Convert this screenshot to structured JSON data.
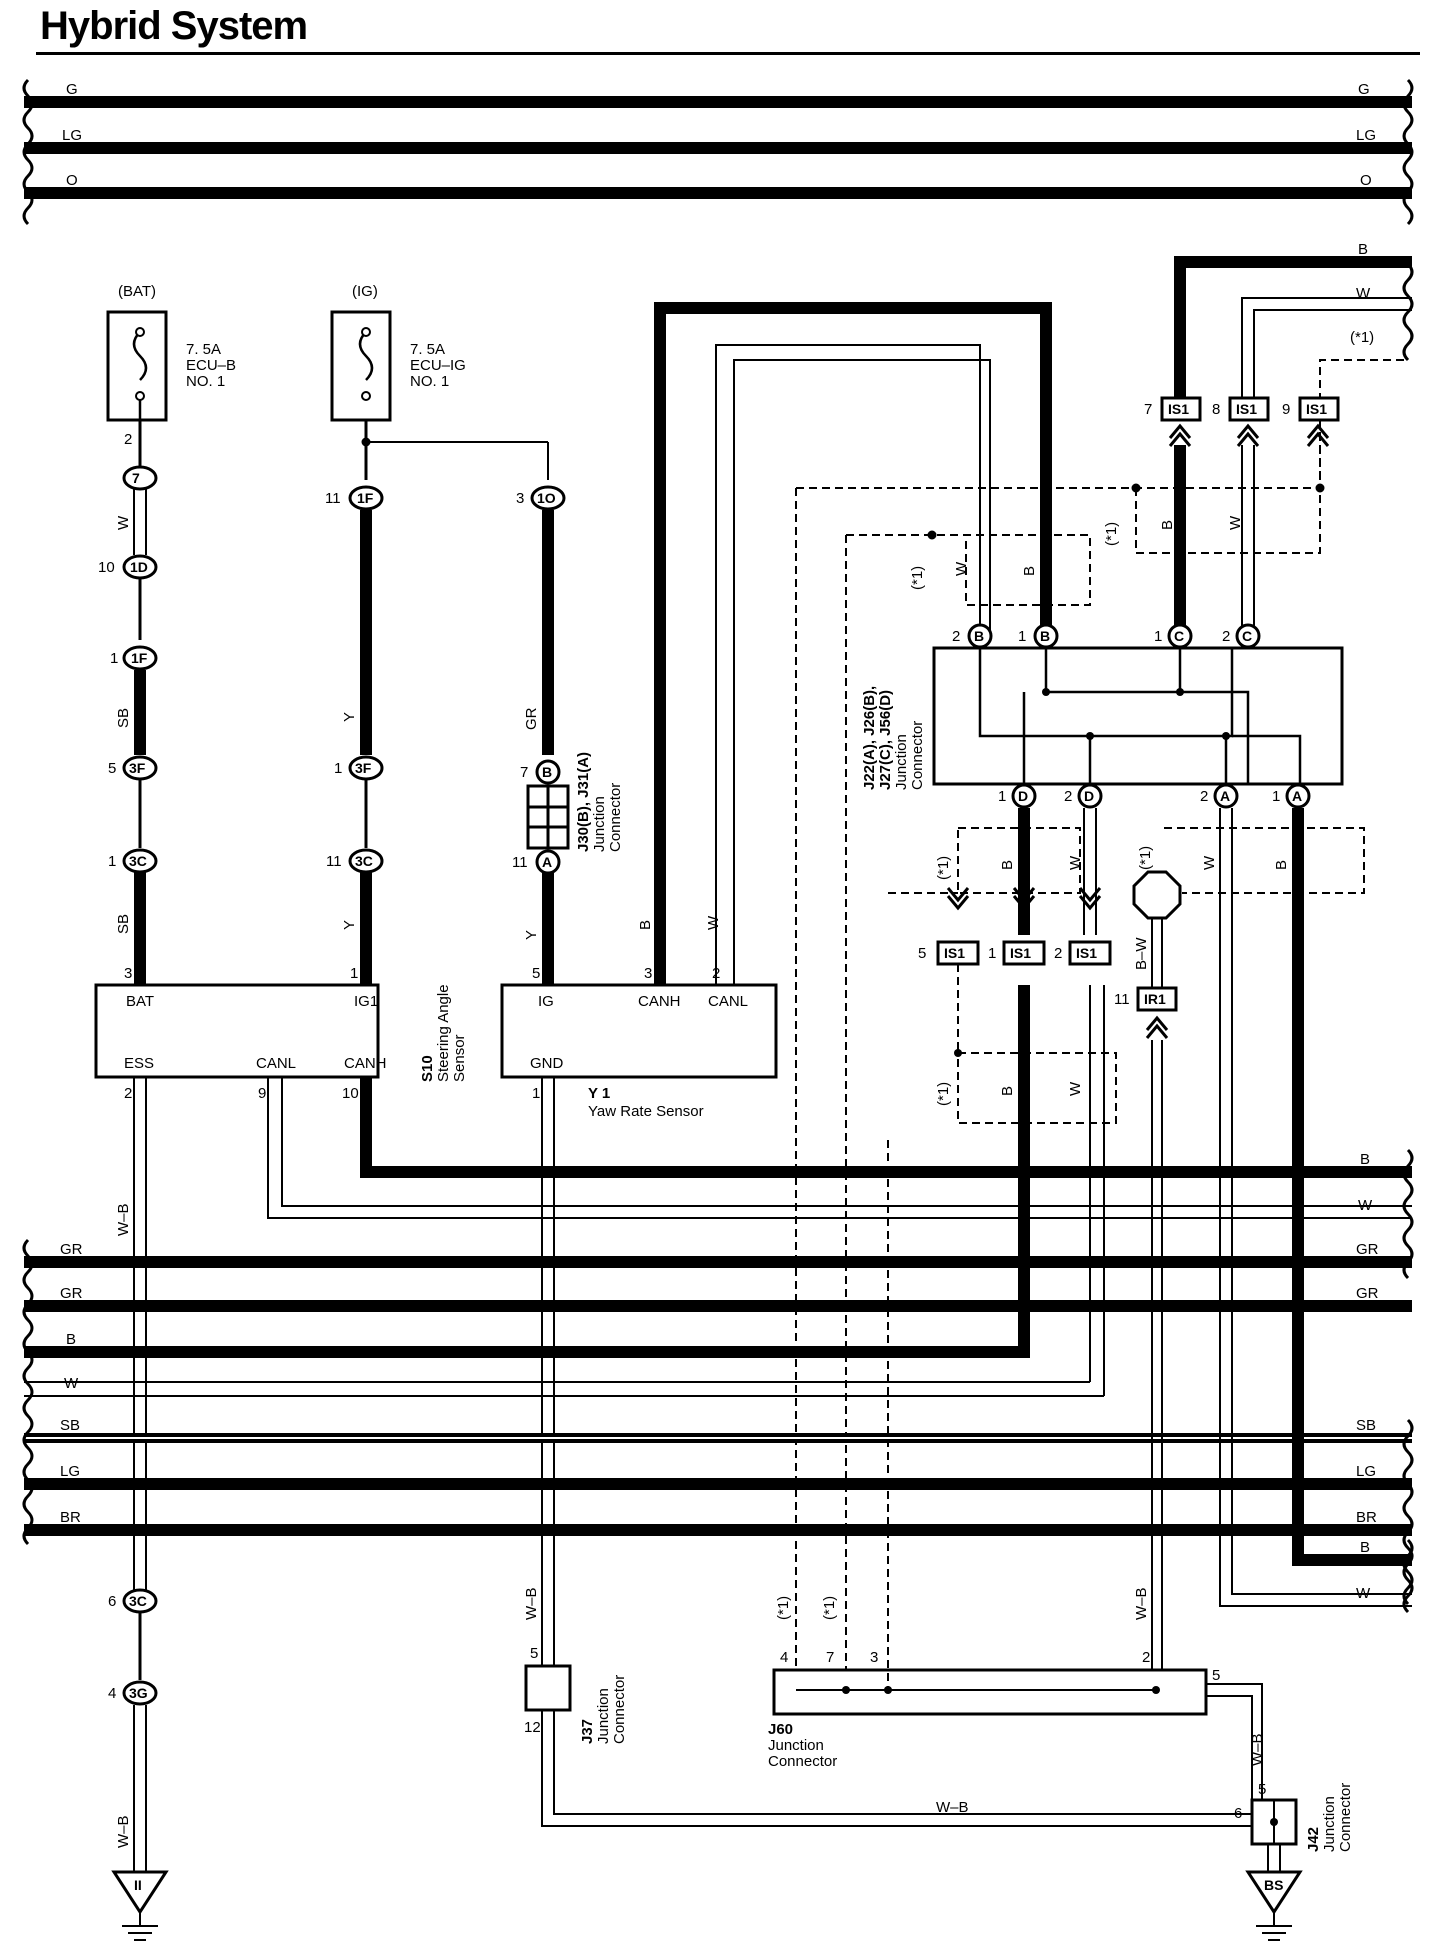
{
  "title": "Hybrid System",
  "top_bus": [
    "G",
    "LG",
    "O"
  ],
  "right_bus_upper": [
    "B",
    "W"
  ],
  "right_bus_mid": [
    "B",
    "W"
  ],
  "mid_bus": [
    "GR",
    "GR",
    "B",
    "W",
    "SB",
    "LG",
    "BR"
  ],
  "right_bus_lower": [
    "B",
    "W"
  ],
  "note": "(*1)",
  "fuses": [
    {
      "source": "(BAT)",
      "rating": "7. 5A",
      "name1": "ECU–B",
      "name2": "NO. 1"
    },
    {
      "source": "(IG)",
      "rating": "7. 5A",
      "name1": "ECU–IG",
      "name2": "NO. 1"
    }
  ],
  "connectors": {
    "c7": "7",
    "c1D": "1D",
    "c1F": "1F",
    "c3F": "3F",
    "c3C": "3C",
    "c3G": "3G",
    "c1O": "1O",
    "cB": "B",
    "cA": "A",
    "cC": "C",
    "cD": "D",
    "cIS1": "IS1",
    "cIR1": "IR1",
    "cII": "II",
    "cBS": "BS"
  },
  "pins": {
    "p1": "1",
    "p2": "2",
    "p3": "3",
    "p4": "4",
    "p5": "5",
    "p6": "6",
    "p7": "7",
    "p8": "8",
    "p9": "9",
    "p10": "10",
    "p11": "11",
    "p12": "12"
  },
  "wire_colors": {
    "W": "W",
    "SB": "SB",
    "Y": "Y",
    "GR": "GR",
    "B": "B",
    "WB": "W–B",
    "BW": "B–W"
  },
  "components": {
    "s10": {
      "id": "S10",
      "line1": "Steering Angle",
      "line2": "Sensor",
      "bat": "BAT",
      "ig1": "IG1",
      "ess": "ESS",
      "canl": "CANL",
      "canh": "CANH"
    },
    "y1": {
      "id": "Y 1",
      "name": "Yaw Rate Sensor",
      "ig": "IG",
      "canh": "CANH",
      "canl": "CANL",
      "gnd": "GND"
    },
    "j30": {
      "line1": "J30(B), J31(A)",
      "line2": "Junction",
      "line3": "Connector"
    },
    "j22": {
      "line1": "J22(A), J26(B),",
      "line2": "J27(C), J56(D)",
      "line3": "Junction",
      "line4": "Connector"
    },
    "j60": {
      "id": "J60",
      "line2": "Junction",
      "line3": "Connector"
    },
    "j37": {
      "id": "J37",
      "line2": "Junction",
      "line3": "Connector"
    },
    "j42": {
      "id": "J42",
      "line2": "Junction",
      "line3": "Connector"
    }
  }
}
